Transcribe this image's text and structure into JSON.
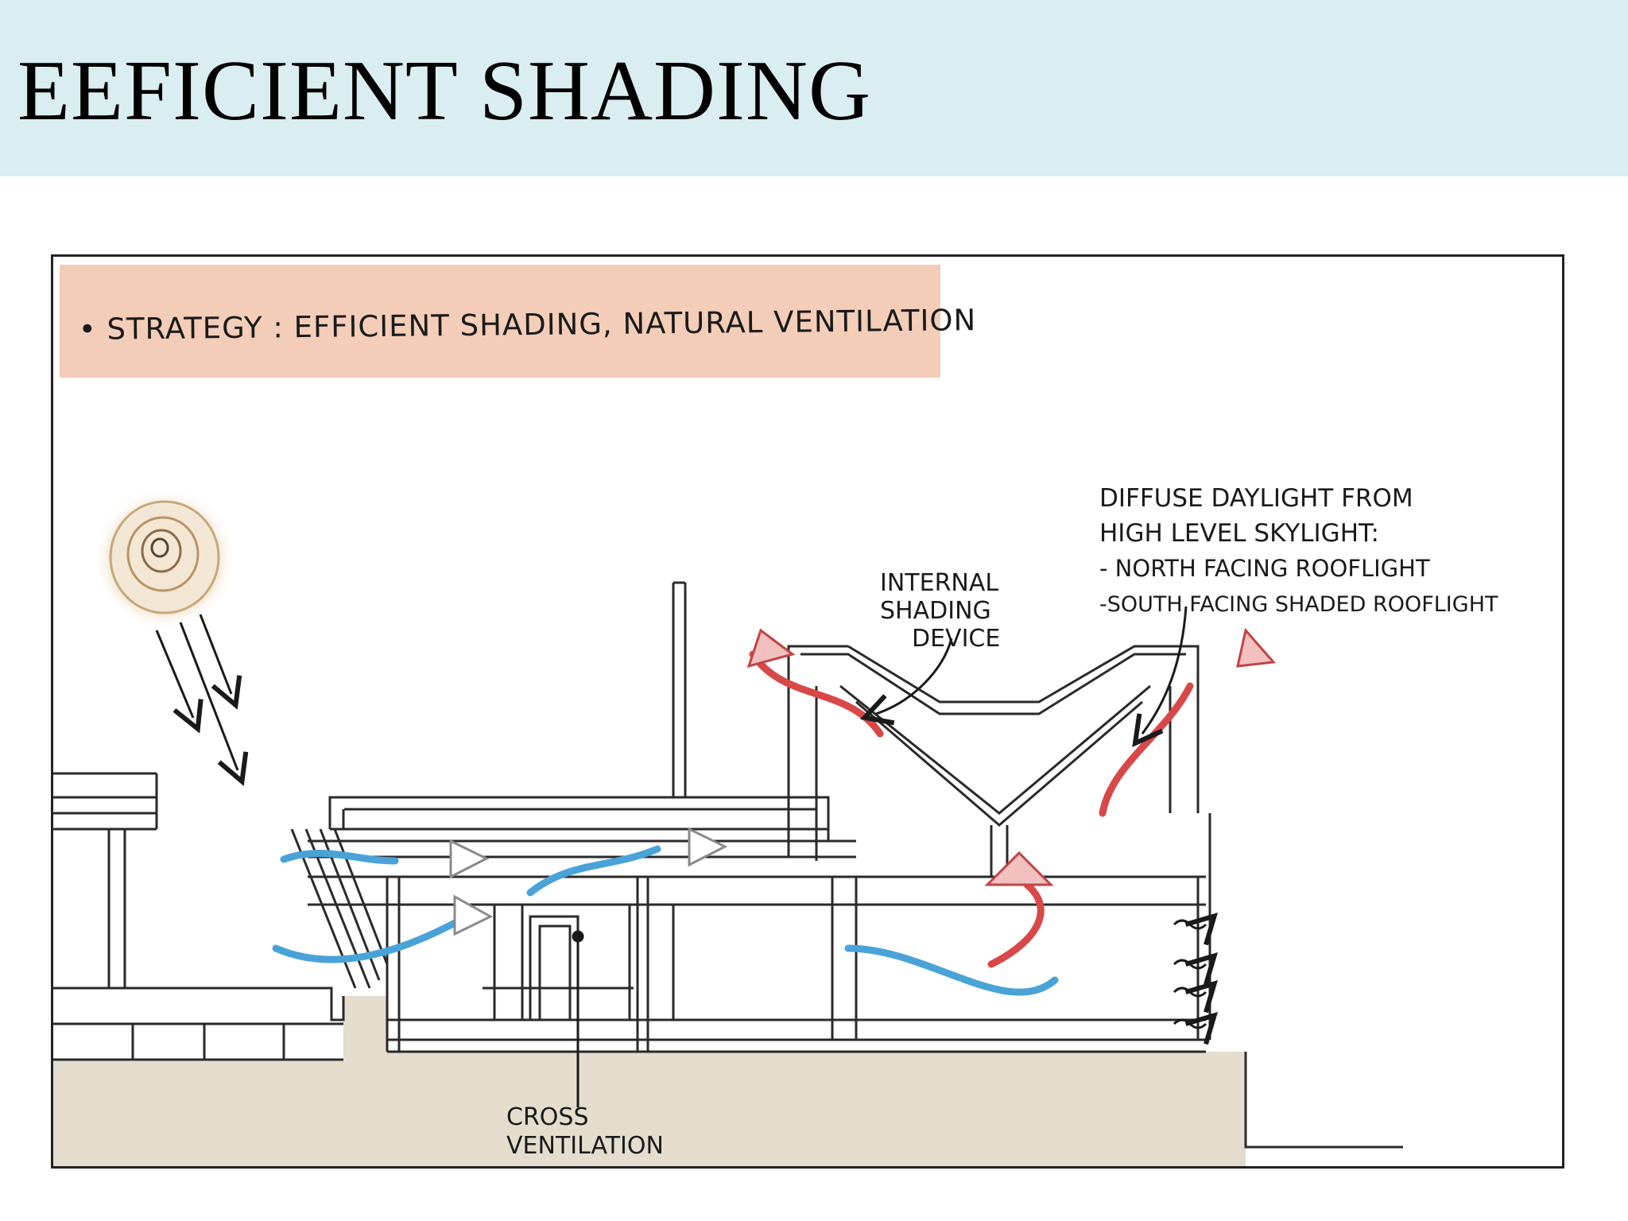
{
  "slide": {
    "title": "EEFICIENT SHADING"
  },
  "diagram": {
    "strategy_banner": "• STRATEGY : EFFICIENT SHADING, NATURAL VENTILATION",
    "labels": {
      "internal_shading": [
        "INTERNAL",
        "SHADING",
        "DEVICE"
      ],
      "diffuse_daylight": [
        "DIFFUSE DAYLIGHT FROM",
        "HIGH LEVEL SKYLIGHT:",
        "- NORTH FACING ROOFLIGHT",
        "-SOUTH FACING SHADED ROOFLIGHT"
      ],
      "cross_ventilation": [
        "CROSS",
        "VENTILATION"
      ]
    },
    "colors": {
      "banner": "#f3cdb8",
      "ground": "#e4dccd",
      "cool_air": "#4aa3d8",
      "warm_air": "#d84848",
      "sun": "#c8a77a",
      "line": "#2a2a2a"
    }
  }
}
